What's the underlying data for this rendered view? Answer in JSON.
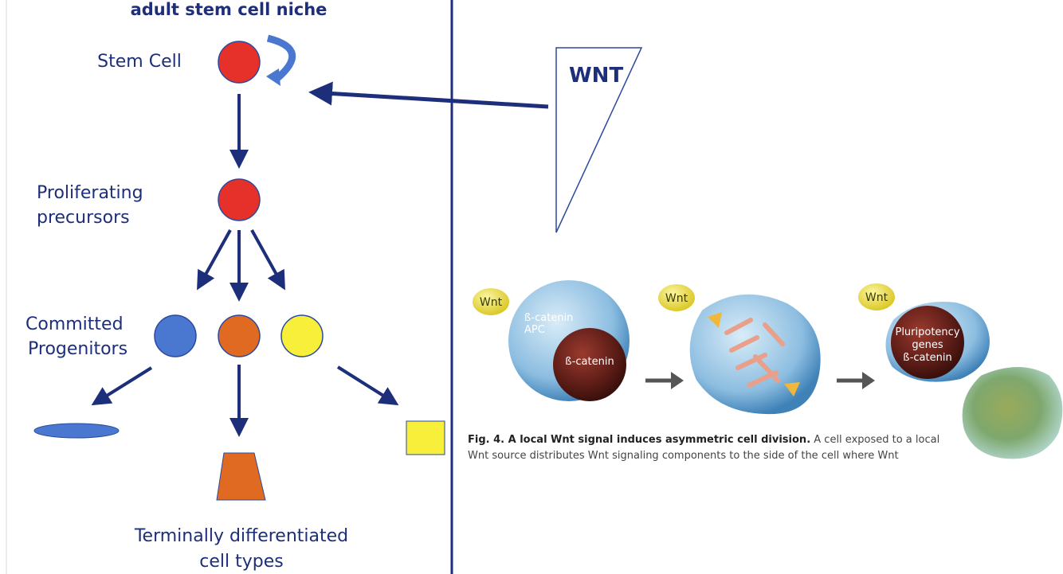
{
  "left_panel": {
    "heading": "adult stem cell niche",
    "stem_cell_label": "Stem Cell",
    "proliferating_label_1": "Proliferating",
    "proliferating_label_2": "precursors",
    "committed_label_1": "Committed",
    "committed_label_2": "Progenitors",
    "terminal_label_1": "Terminally differentiated",
    "terminal_label_2": "cell types"
  },
  "gradient": {
    "label": "WNT"
  },
  "figure": {
    "badge_1": "Wnt",
    "badge_2": "Wnt",
    "badge_3": "Wnt",
    "cell1_text_1": "ß-catenin",
    "cell1_text_2": "APC",
    "cell1_nucleus": "ß-catenin",
    "cell3_text_1": "Pluripotency",
    "cell3_text_2": "genes",
    "cell3_text_3": "ß-catenin",
    "caption_bold": "Fig. 4. A local Wnt signal induces asymmetric cell division.",
    "caption_rest": " A cell exposed to a local",
    "caption_line2": "Wnt source distributes Wnt signaling components to the side of the cell where Wnt"
  },
  "colors": {
    "navy": "#1d2f7a",
    "stem_red": "#e5312a",
    "blue_progenitor": "#4a78d0",
    "orange_progenitor": "#e06a22",
    "yellow_progenitor": "#f7ef3a"
  }
}
